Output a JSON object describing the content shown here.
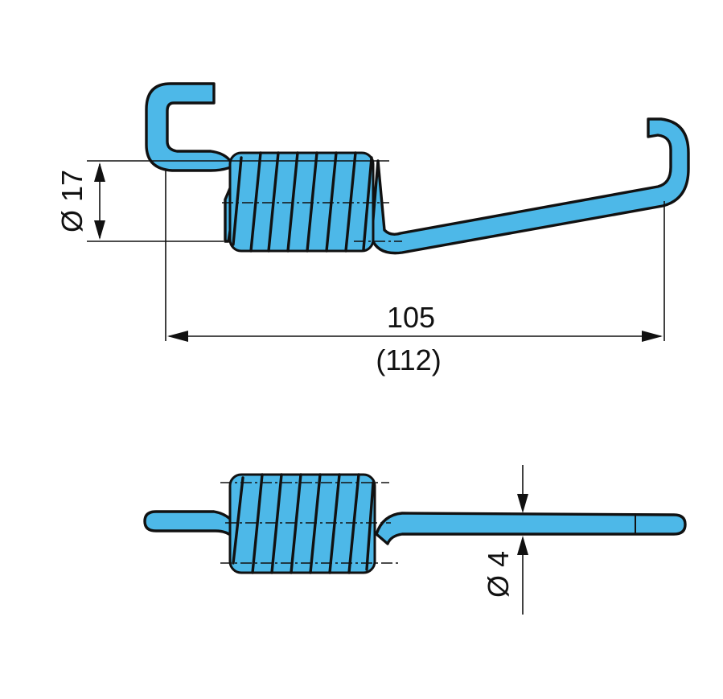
{
  "colors": {
    "spring": "#4db8e8",
    "outline": "#111111",
    "background": "#ffffff"
  },
  "dimensions": {
    "coil_diameter_label": "Ø 17",
    "length_label": "105",
    "length_alt_label": "(112)",
    "wire_diameter_label": "Ø 4"
  }
}
